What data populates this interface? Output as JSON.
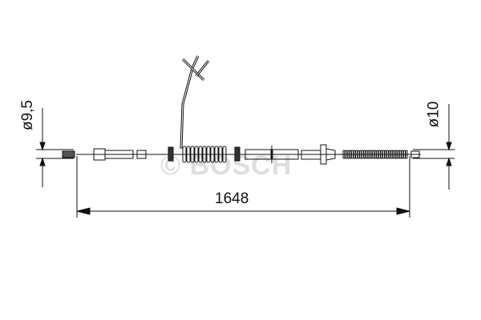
{
  "dimensions": {
    "length": "1648",
    "left_diameter": "ø9,5",
    "right_diameter": "ø10"
  },
  "watermark": "© BOSCH"
}
